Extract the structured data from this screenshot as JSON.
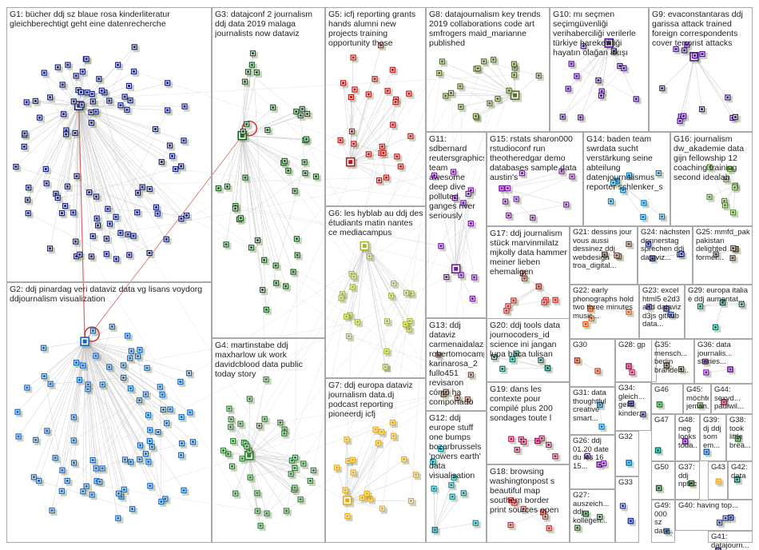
{
  "groups": [
    {
      "id": "G1",
      "text": "G1: bücher ddj sz blaue rosa kinderliteratur gleichberechtigt geht eine datenrecherche",
      "color": "#1a237e"
    },
    {
      "id": "G2",
      "text": "G2: ddj pinardag veri dataviz data vg lisans voydorg ddjournalism visualization",
      "color": "#1565c0"
    },
    {
      "id": "G3",
      "text": "G3: datajconf 2 journalism ddj data 2019 malaga journalists now dataviz",
      "color": "#1b5e20"
    },
    {
      "id": "G4",
      "text": "G4: martinstabe ddj maxharlow uk work davidcblood data public today story",
      "color": "#2e7d32"
    },
    {
      "id": "G5",
      "text": "G5: icfj reporting grants hands alumni new projects training opportunity those",
      "color": "#b71c1c"
    },
    {
      "id": "G6",
      "text": "G6: les hyblab au ddj des étudiants matin nantes ce mediacampus",
      "color": "#a8b330"
    },
    {
      "id": "G7",
      "text": "G7: ddj europa dataviz journalism data.dj podcast reporting pioneerdj icfj",
      "color": "#e6a817"
    },
    {
      "id": "G8",
      "text": "G8: datajournalism key trends 2019 collaborations code art smfrogers maid_marianne published",
      "color": "#556b2f"
    },
    {
      "id": "G9",
      "text": "G9: evaconstantaras ddj garissa attack trained foreign correspondents cover terrorist attacks",
      "color": "#4a148c"
    },
    {
      "id": "G10",
      "text": "G10: mı seçmen seçimgüvenliği verihaberciliği verilerle türkiye hareketliliği hayatın olağan akışı",
      "color": "#4a148c"
    },
    {
      "id": "G11",
      "text": "G11: sdbernard reutersgraphics team awesome deep dive polluted ganges river seriously",
      "color": "#6a1b9a"
    },
    {
      "id": "G12",
      "text": "G12: ddj europe stuff one bumps bozarbrussels 'powers earth' data visualisation",
      "color": "#00838f"
    },
    {
      "id": "G13",
      "text": "G13: ddj dataviz carmenaidalazo robertomocampo karinarosa_2 fullo451 revisaron cómo ha comportado",
      "color": "#6d4c41"
    },
    {
      "id": "G14",
      "text": "G14: baden team swrdata sucht verstärkung seine abteilung datenjournalismus reporter schlenker_s",
      "color": "#0277bd"
    },
    {
      "id": "G15",
      "text": "G15: rstats sharon000 rstudioconf run theotheredgar demo databases sample data austin's",
      "color": "#7b1fa2"
    },
    {
      "id": "G16",
      "text": "G16: journalism dw_akademie data gijn fellowship 12 coaching training second idealab",
      "color": "#558b2f"
    },
    {
      "id": "G17",
      "text": "G17: ddj journalism stück marvinmilatz mjkolly data hammer meiner lieben ehemaligen",
      "color": "#c62828"
    },
    {
      "id": "G18",
      "text": "G18: browsing washingtonpost s beautiful map southern border print sources open",
      "color": "#c62828"
    },
    {
      "id": "G19",
      "text": "G19: dans les contexte pour compilé plus 200 sondages toute l",
      "color": "#ad1457"
    },
    {
      "id": "G20",
      "text": "G20: ddj tools data journocoders_id science ini jangan lupa baca tulisan",
      "color": "#00695c"
    },
    {
      "id": "G21",
      "text": "G21: dessins jour vous aussi dessinez ddj webdesign troa_digital...",
      "color": "#5d4037"
    },
    {
      "id": "G22",
      "text": "G22: early phonographs hold two three minutes music...",
      "color": "#e65100"
    },
    {
      "id": "G23",
      "text": "G23: excel html5 e2d3 add dataviz d3js github data...",
      "color": "#283593"
    },
    {
      "id": "G24",
      "text": "G24: nächsten donnerstag sprechen ddj dataviz...",
      "color": "#1a237e"
    },
    {
      "id": "G25",
      "text": "G25: mmfd_pak pakistan delighted former...",
      "color": "#4e342e"
    },
    {
      "id": "G26",
      "text": "G26: ddj 01.20 date du les 16 15...",
      "color": "#6a1b9a"
    },
    {
      "id": "G27",
      "text": "G27: auszeich... ddj kollegen...",
      "color": "#1b5e20"
    },
    {
      "id": "G28",
      "text": "G28: gp",
      "color": "#ad1457"
    },
    {
      "id": "G29",
      "text": "G29: europa italia è ddj aumentat...",
      "color": "#00695c"
    },
    {
      "id": "G30",
      "text": "G30",
      "color": "#bf360c"
    },
    {
      "id": "G31",
      "text": "G31: data thoughtful creative smart...",
      "color": "#0277bd"
    },
    {
      "id": "G32",
      "text": "G32",
      "color": "#0277bd"
    },
    {
      "id": "G33",
      "text": "G33",
      "color": "#283593"
    },
    {
      "id": "G34",
      "text": "G34: gleich... geht kinder...",
      "color": "#1a237e"
    },
    {
      "id": "G35",
      "text": "G35: mensch... berlin branden...",
      "color": "#4e342e"
    },
    {
      "id": "G36",
      "text": "G36: data journalis... stories...",
      "color": "#6a1b9a"
    },
    {
      "id": "G37",
      "text": "G37: ddj nptec...",
      "color": "#1b5e20"
    },
    {
      "id": "G38",
      "text": "G38: took little brea...",
      "color": "#2e7d32"
    },
    {
      "id": "G39",
      "text": "G39: dj ddj som em...",
      "color": "#1565c0"
    },
    {
      "id": "G40",
      "text": "G40: having top...",
      "color": "#283593"
    },
    {
      "id": "G41",
      "text": "G41: datajourn...",
      "color": "#1a237e"
    },
    {
      "id": "G42",
      "text": "G42: data",
      "color": "#00695c"
    },
    {
      "id": "G43",
      "text": "G43",
      "color": "#f9a825"
    },
    {
      "id": "G44",
      "text": "G44: sexyd... paulwil...",
      "color": "#ad1457"
    },
    {
      "id": "G45",
      "text": "G45: möchte jeman...",
      "color": "#558b2f"
    },
    {
      "id": "G46",
      "text": "G46",
      "color": "#2e7d32"
    },
    {
      "id": "G47",
      "text": "G47",
      "color": "#00695c"
    },
    {
      "id": "G48",
      "text": "G48: neg looks toda...",
      "color": "#6a1b9a"
    },
    {
      "id": "G49",
      "text": "G49: 000 sz date...",
      "color": "#1565c0"
    },
    {
      "id": "G50",
      "text": "G50",
      "color": "#1b5e20"
    }
  ],
  "colors": {
    "edge": "#c8c8c8",
    "edge_highlight": "#d32f2f",
    "border": "#a9a9a9",
    "shadow": "#6a7f4a"
  }
}
